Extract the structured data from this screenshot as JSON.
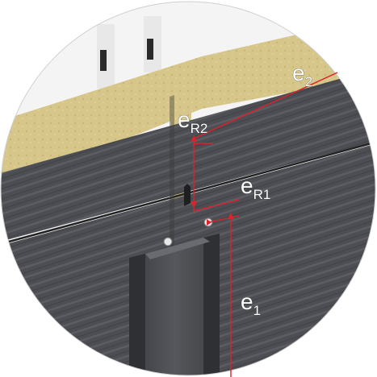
{
  "labels": {
    "e2": {
      "main": "e",
      "sub": "2"
    },
    "eR2": {
      "main": "e",
      "sub": "R2"
    },
    "eR1": {
      "main": "e",
      "sub": "R1"
    },
    "e1": {
      "main": "e",
      "sub": "1"
    }
  },
  "colors": {
    "dimension_line": "#e0202a",
    "panel": "#4b4c50",
    "panel_light": "#5a5b60",
    "insulation": "#d8c98e",
    "background": "#ffffff"
  }
}
